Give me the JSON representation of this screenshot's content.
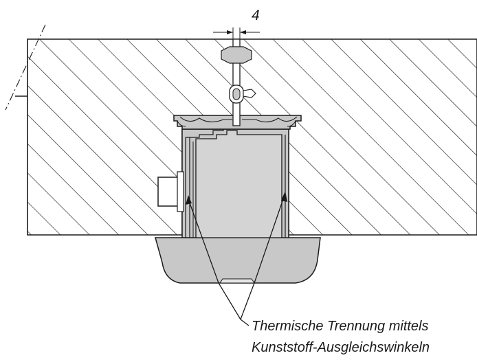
{
  "dimension": {
    "value": "4"
  },
  "callout": {
    "line1": "Thermische Trennung mittels",
    "line2": "Kunststoff-Ausgleichswinkeln"
  },
  "colors": {
    "ink": "#1a1a1a",
    "housing_fill": "#c8c8c8",
    "housing_dark": "#a8a8a8",
    "background": "#ffffff"
  }
}
